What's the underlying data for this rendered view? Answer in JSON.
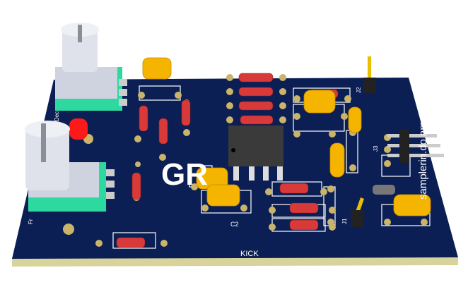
{
  "board": {
    "title": "KICK",
    "url_text": "samplerin.do.am",
    "logo_text": "GR",
    "labels": {
      "c2": "C2",
      "j1": "J1",
      "j2": "J2",
      "j3": "J3",
      "dec": "Dec",
      "fr": "Fr"
    },
    "colors": {
      "pcb": "#0b1f55",
      "edge": "#d8d39a",
      "resistor": "#d83a3a",
      "capacitor": "#f4b400",
      "knob_base": "#2ed9a0",
      "knob": "#d9dce6",
      "led": "#ff1a1a",
      "ic": "#3a3a3a"
    }
  }
}
